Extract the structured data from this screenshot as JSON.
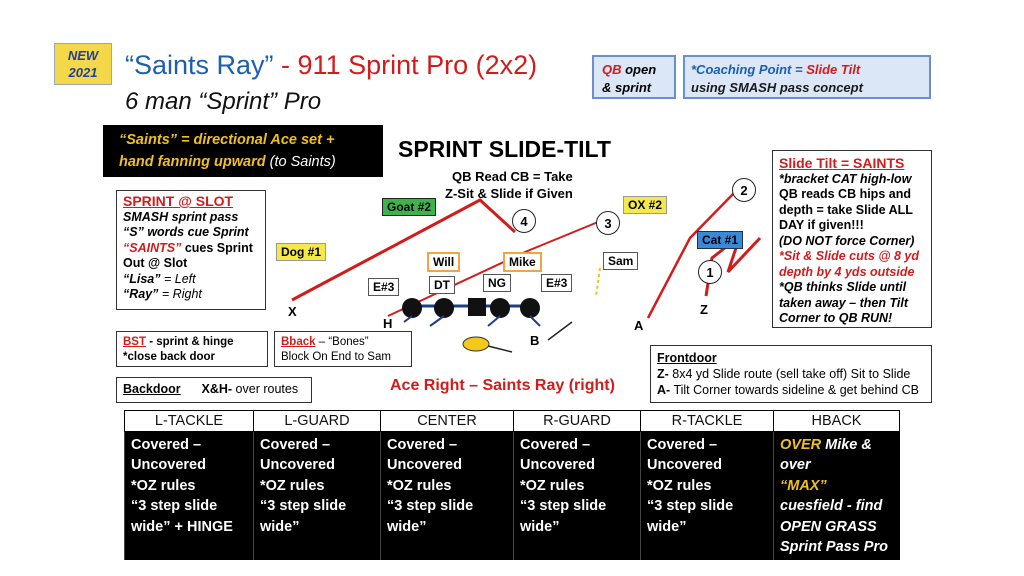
{
  "badge": {
    "line1": "NEW",
    "line2": "2021"
  },
  "title": {
    "part1": "“Saints Ray”",
    "part2": " - 911 Sprint Pro (2x2)"
  },
  "subtitle": "6 man “Sprint” Pro",
  "qb_box": {
    "word1": "QB",
    "word2": " open",
    "line2": "& sprint"
  },
  "coaching": {
    "prefix": "*Coaching Point = ",
    "highlight": "Slide Tilt",
    "line2": "using SMASH pass concept"
  },
  "saints_box": {
    "line1": "“Saints” = directional Ace set +",
    "line2_a": "hand fanning upward",
    "line2_b": " (to Saints)"
  },
  "heading": "SPRINT SLIDE-TILT",
  "subheading": {
    "line1": "QB Read CB = Take",
    "line2": "Z-Sit & Slide if Given"
  },
  "sprint_box": {
    "title": "SPRINT @ SLOT",
    "l1": "SMASH sprint pass",
    "l2a": "“S”",
    "l2b": " words cue Sprint",
    "l3a": "“SAINTS”",
    "l3b": " cues Sprint",
    "l4": "Out @ Slot",
    "l5a": "“Lisa”",
    "l5b": " = Left",
    "l6a": "“Ray”",
    "l6b": " = Right"
  },
  "slide_box": {
    "title": "Slide Tilt = SAINTS",
    "l1": "*bracket CAT high-low",
    "l2": "QB reads CB hips and",
    "l3": "depth = take Slide ALL",
    "l4": "DAY if given!!!",
    "l5": "(DO NOT force Corner)",
    "l6": "*Sit & Slide cuts @ 8 yd",
    "l7": "depth by 4 yds outside",
    "l8": "*QB thinks Slide until",
    "l9": "taken away – then Tilt",
    "l10": "Corner to QB RUN!"
  },
  "bst_box": {
    "label": "BST",
    "l1": " - sprint & hinge",
    "l2": "*close back door"
  },
  "bback_box": {
    "label": "Bback",
    "l1": " – “Bones”",
    "l2": "Block On End to Sam"
  },
  "backdoor_box": {
    "label": "Backdoor",
    "rest_a": "X&H-",
    "rest_b": " over routes"
  },
  "front_box": {
    "label": "Frontdoor",
    "l1a": "Z-",
    "l1b": " 8x4 yd Slide route (sell take off) Sit to Slide",
    "l2a": "A-",
    "l2b": " Tilt Corner towards sideline & get behind CB"
  },
  "ace_label": "Ace Right – Saints Ray (right)",
  "defense": {
    "goat": "Goat #2",
    "ox": "OX #2",
    "dog": "Dog #1",
    "cat": "Cat #1",
    "will": "Will",
    "mike": "Mike",
    "sam": "Sam",
    "dt": "DT",
    "ng": "NG",
    "e3_left": "E#3",
    "e3_right": "E#3"
  },
  "route_numbers": {
    "r1": "1",
    "r2": "2",
    "r3": "3",
    "r4": "4"
  },
  "offense": {
    "x": "X",
    "h": "H",
    "b": "B",
    "a": "A",
    "z": "Z"
  },
  "blocking_table": {
    "headers": [
      "L-TACKLE",
      "L-GUARD",
      "CENTER",
      "R-GUARD",
      "R-TACKLE",
      "HBACK"
    ],
    "cells": [
      "Covered –\nUncovered\n*OZ rules\n“3 step slide\nwide” + HINGE",
      "Covered –\nUncovered\n*OZ  rules\n“3 step slide\nwide”",
      "Covered –\nUncovered\n*OZ rules\n“3 step slide\nwide”",
      "Covered –\nUncovered\n*OZ  rules\n“3 step slide\nwide”",
      "Covered –\nUncovered\n*OZ rules\n“3 step slide\nwide”"
    ],
    "hback": {
      "over": "OVER",
      "l1": " Mike &",
      "l2": "over",
      "l3": "“MAX”",
      "l4": "cuesfield  - find",
      "l5": "OPEN GRASS",
      "l6": "Sprint Pass Pro"
    }
  },
  "colors": {
    "title_blue": "#1c5fb0",
    "accent_red": "#d21c1c",
    "gold": "#f0c020",
    "badge_yellow": "#f5d84a"
  }
}
